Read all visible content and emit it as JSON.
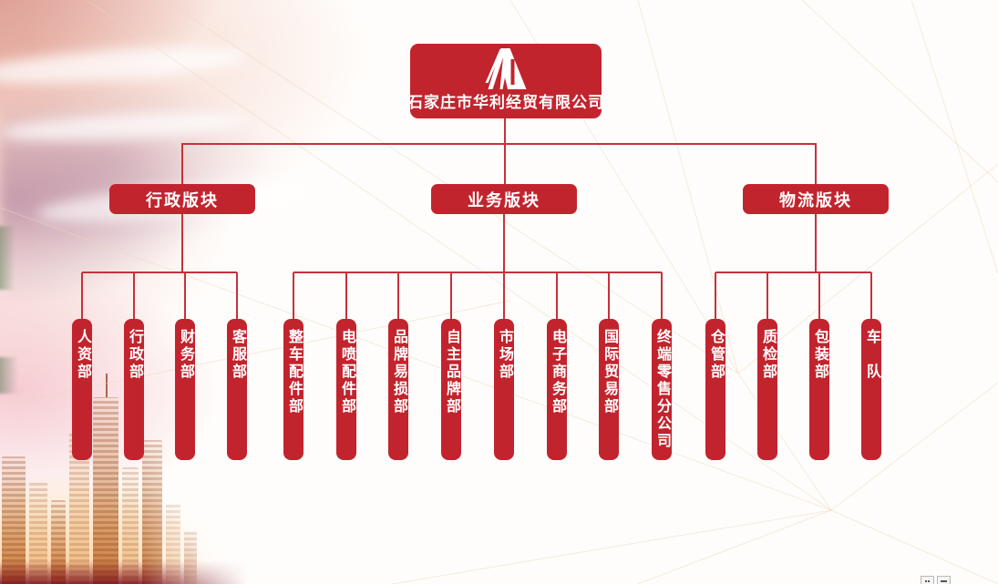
{
  "company": {
    "name": "石家庄市华利经贸有限公司"
  },
  "branches": [
    {
      "label": "行政版块",
      "departments": [
        {
          "label": "人资部"
        },
        {
          "label": "行政部"
        },
        {
          "label": "财务部"
        },
        {
          "label": "客服部"
        }
      ]
    },
    {
      "label": "业务版块",
      "departments": [
        {
          "label": "整车配件部"
        },
        {
          "label": "电喷配件部"
        },
        {
          "label": "品牌易损部"
        },
        {
          "label": "自主品牌部"
        },
        {
          "label": "市场部"
        },
        {
          "label": "电子商务部"
        },
        {
          "label": "国际贸易部"
        },
        {
          "label": "终端零售分公司"
        }
      ]
    },
    {
      "label": "物流版块",
      "departments": [
        {
          "label": "仓管部"
        },
        {
          "label": "质检部"
        },
        {
          "label": "包装部"
        },
        {
          "label": "车　队"
        }
      ]
    }
  ],
  "icons": {
    "company_logo": "stylized-huali-tower-mark"
  },
  "colors": {
    "node_red": "#c2242e",
    "connector_red": "#c5323b",
    "mesh_line": "#e9d9bd",
    "text_white": "#ffffff"
  }
}
